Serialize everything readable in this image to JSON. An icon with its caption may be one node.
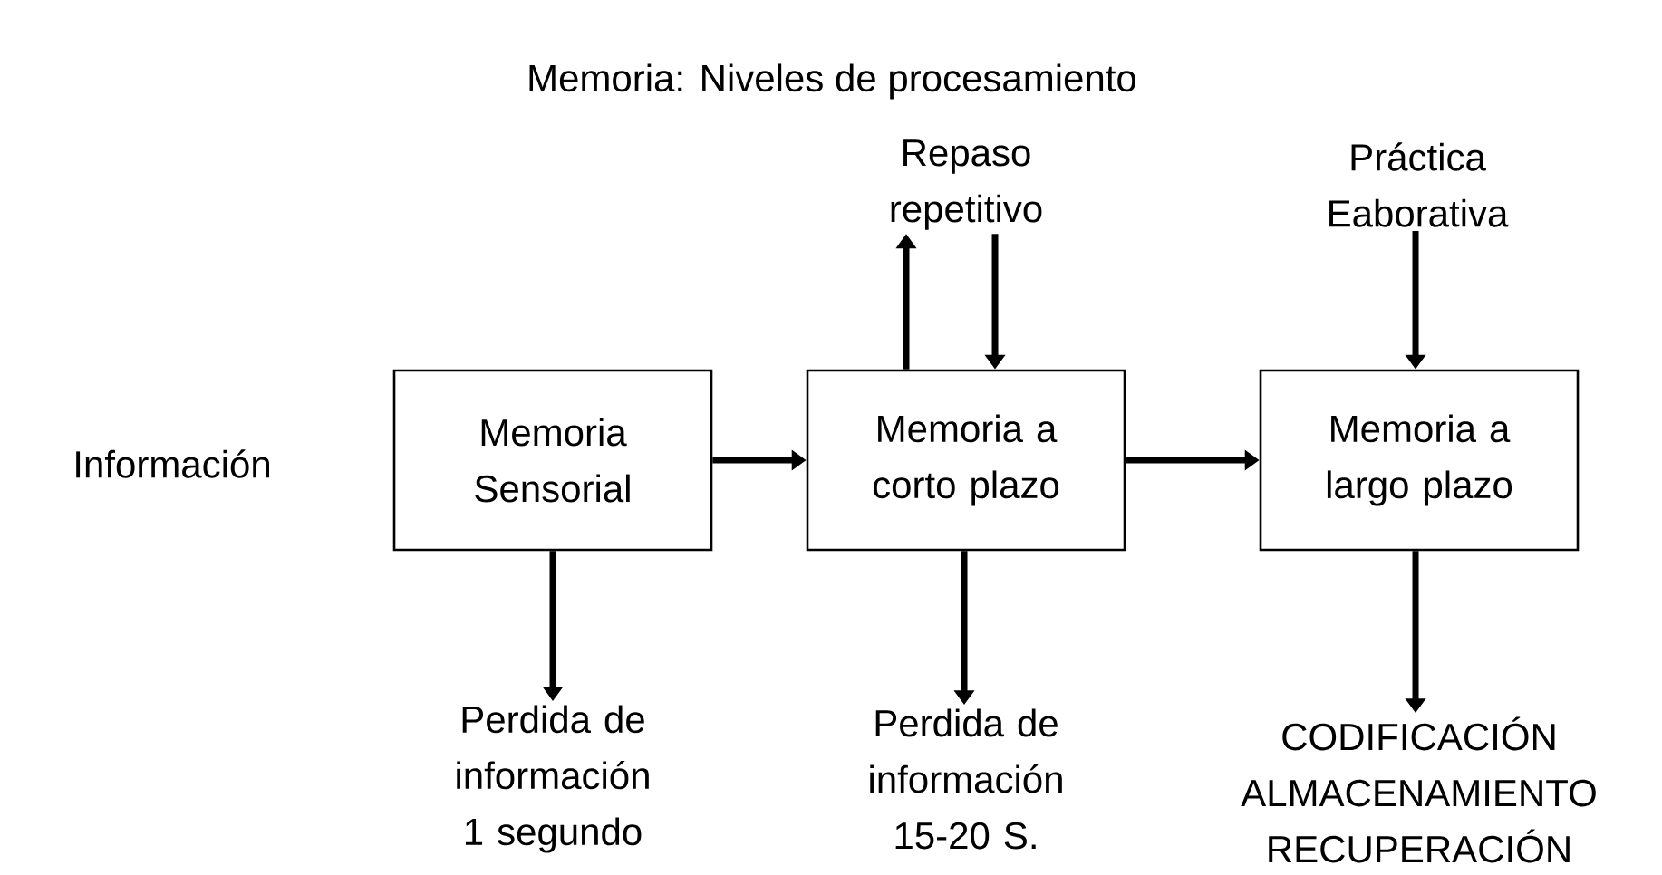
{
  "diagram": {
    "title": "Memoria: Niveles de procesamiento",
    "nodes": [
      {
        "text": [
          "Memoria Sensorial"
        ]
      },
      {
        "text": [
          "Memoria a corto plazo"
        ]
      },
      {
        "text": [
          "Memoria a largo plazo"
        ]
      },
      {
        "text": [
          "Repaso repetitivo"
        ]
      },
      {
        "text": [
          "Práctica Eaborativa"
        ]
      },
      {
        "text": [
          "Perdida de información 1 segundo"
        ]
      },
      {
        "text": [
          "Perdida de información 15-20 S."
        ]
      },
      {
        "text": [
          "CODIFICACIÓN ALMACENAMIENTO RECUPERACIÓN"
        ]
      }
    ],
    "edges": [
      {
        "from": 0,
        "to": 1,
        "arrow": "to"
      },
      {
        "from": 1,
        "to": 2,
        "arrow": "to"
      },
      {
        "from": 1,
        "to": 3,
        "arrow": "to"
      },
      {
        "from": 3,
        "to": 1,
        "arrow": "to"
      },
      {
        "from": 4,
        "to": 2,
        "arrow": "to"
      },
      {
        "from": 0,
        "to": 5,
        "arrow": "to"
      },
      {
        "from": 1,
        "to": 6,
        "arrow": "to"
      },
      {
        "from": 2,
        "to": 7,
        "arrow": "to"
      }
    ],
    "labels": [
      "Información"
    ]
  }
}
